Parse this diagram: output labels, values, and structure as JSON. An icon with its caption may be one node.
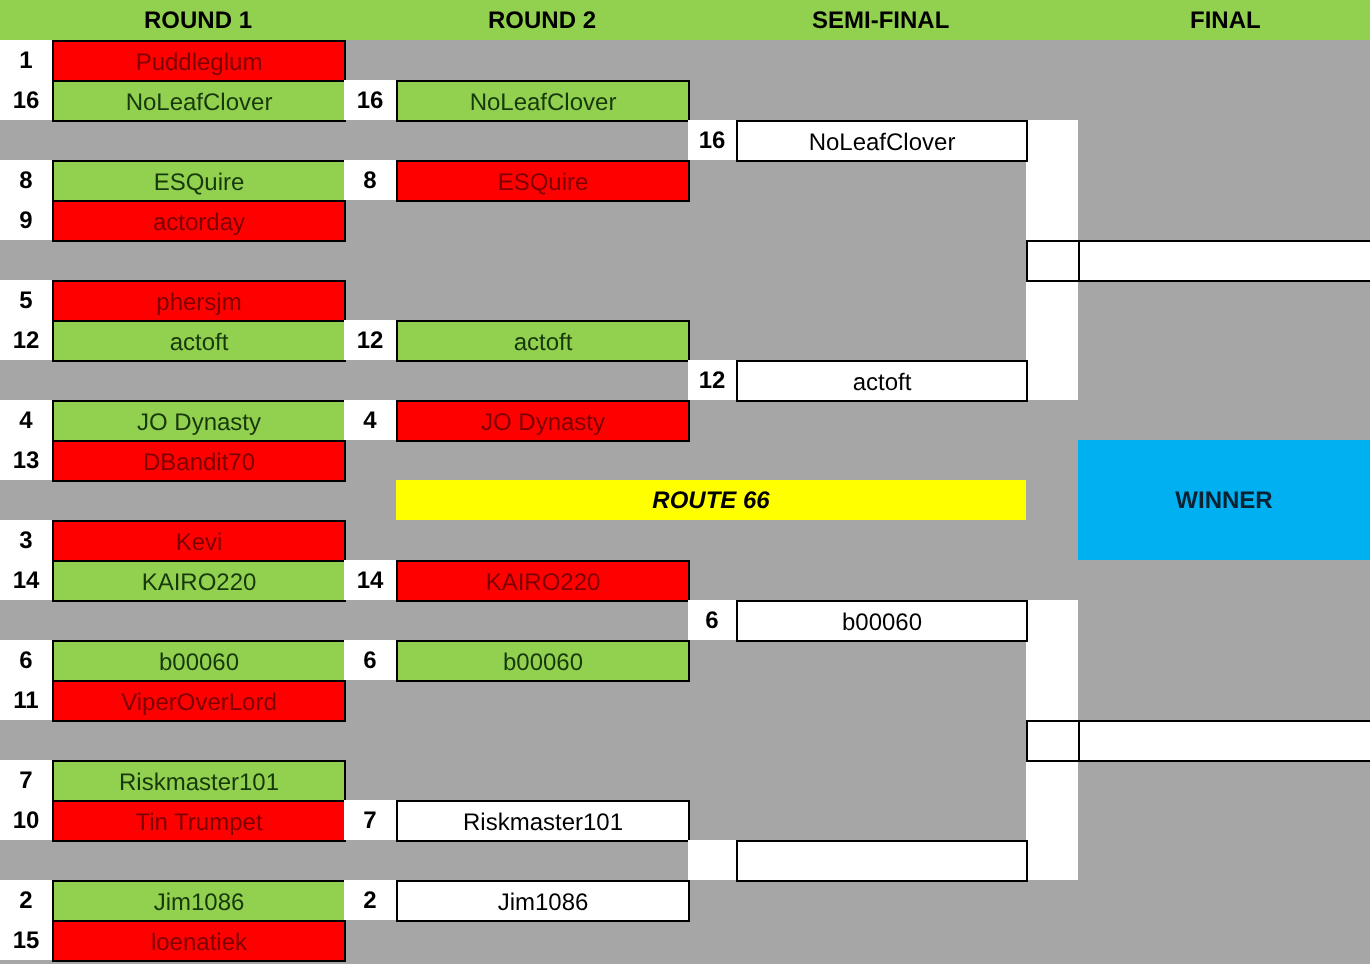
{
  "diagram": {
    "nodes": [
      {
        "text": [
          "Puddleglum"
        ],
        "beside": [
          "1"
        ]
      },
      {
        "text": [
          "NoLeafClover"
        ],
        "beside": [
          "16"
        ]
      },
      {
        "text": [
          "NoLeafClover"
        ],
        "beside": [
          "16"
        ]
      },
      {
        "text": [
          "NoLeafClover"
        ],
        "beside": [
          "16"
        ]
      },
      {
        "text": [
          "ESQuire"
        ],
        "beside": [
          "8"
        ]
      },
      {
        "text": [
          "ESQuire"
        ],
        "beside": [
          "8"
        ]
      },
      {
        "text": [
          "actorday"
        ],
        "beside": [
          "9"
        ]
      },
      {
        "text": [],
        "shape": "box"
      },
      {
        "text": [
          "phersjm"
        ],
        "beside": [
          "5"
        ]
      },
      {
        "text": [
          "actoft"
        ],
        "beside": [
          "12"
        ]
      },
      {
        "text": [
          "actoft"
        ],
        "beside": [
          "12"
        ]
      },
      {
        "text": [
          "actoft"
        ],
        "beside": [
          "12"
        ]
      },
      {
        "text": [
          "JO Dynasty"
        ],
        "beside": [
          "4"
        ]
      },
      {
        "text": [
          "JO Dynasty"
        ],
        "beside": [
          "4"
        ]
      },
      {
        "text": [
          "DBandit70"
        ],
        "beside": [
          "13"
        ]
      },
      {
        "text": [
          "WINNER"
        ]
      },
      {
        "text": [
          "ROUTE 66"
        ]
      },
      {
        "text": [
          "Kevi"
        ],
        "beside": [
          "3"
        ]
      },
      {
        "text": [
          "KAIRO220"
        ],
        "beside": [
          "14"
        ]
      },
      {
        "text": [
          "KAIRO220"
        ],
        "beside": [
          "14"
        ]
      },
      {
        "text": [
          "b00060"
        ],
        "beside": [
          "6"
        ]
      },
      {
        "text": [
          "b00060"
        ],
        "beside": [
          "6"
        ]
      },
      {
        "text": [
          "b00060"
        ],
        "beside": [
          "6"
        ]
      },
      {
        "text": [
          "ViperOverLord"
        ],
        "beside": [
          "11"
        ]
      },
      {
        "text": [],
        "shape": "box"
      },
      {
        "text": [
          "Riskmaster101"
        ],
        "beside": [
          "7"
        ]
      },
      {
        "text": [
          "Tin Trumpet"
        ],
        "beside": [
          "10"
        ]
      },
      {
        "text": [
          "Riskmaster101"
        ],
        "beside": [
          "7"
        ]
      },
      {
        "text": [],
        "shape": "box"
      },
      {
        "text": [
          "Jim1086"
        ],
        "beside": [
          "2"
        ]
      },
      {
        "text": [
          "Jim1086"
        ],
        "beside": [
          "2"
        ]
      },
      {
        "text": [
          "loenatiek"
        ],
        "beside": [
          "15"
        ]
      }
    ],
    "edges": [
      {
        "from": 3,
        "to": 7,
        "arrow": "none",
        "color": "#ffffff"
      },
      {
        "from": 11,
        "to": 7,
        "arrow": "none",
        "color": "#ffffff"
      },
      {
        "from": 20,
        "to": 24,
        "arrow": "none",
        "color": "#ffffff"
      },
      {
        "from": 28,
        "to": 24,
        "arrow": "none",
        "color": "#ffffff"
      }
    ],
    "labels": [
      "ROUND 1",
      "ROUND 2",
      "SEMI-FINAL",
      "FINAL"
    ]
  }
}
